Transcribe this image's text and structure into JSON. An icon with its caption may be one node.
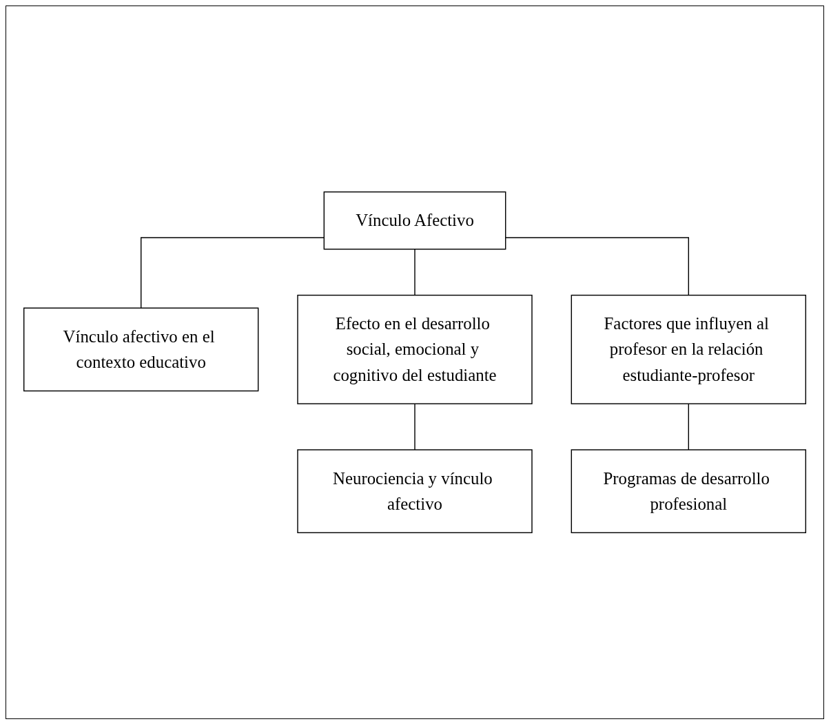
{
  "diagram": {
    "nodes": [
      {
        "text": [
          "Vínculo Afectivo"
        ]
      },
      {
        "text": [
          "Vínculo afectivo en el contexto educativo"
        ]
      },
      {
        "text": [
          "Efecto en el desarrollo social, emocional y cognitivo del estudiante"
        ]
      },
      {
        "text": [
          "Factores que influyen al profesor en la relación estudiante-profesor"
        ]
      },
      {
        "text": [
          "Neurociencia y vínculo afectivo"
        ]
      },
      {
        "text": [
          "Programas de desarrollo profesional"
        ]
      }
    ],
    "edges": [
      {
        "from": 0,
        "to": 1,
        "arrow": "none"
      },
      {
        "from": 0,
        "to": 2,
        "arrow": "none"
      },
      {
        "from": 0,
        "to": 3,
        "arrow": "none"
      },
      {
        "from": 2,
        "to": 4,
        "arrow": "none"
      },
      {
        "from": 3,
        "to": 5,
        "arrow": "none"
      }
    ]
  }
}
